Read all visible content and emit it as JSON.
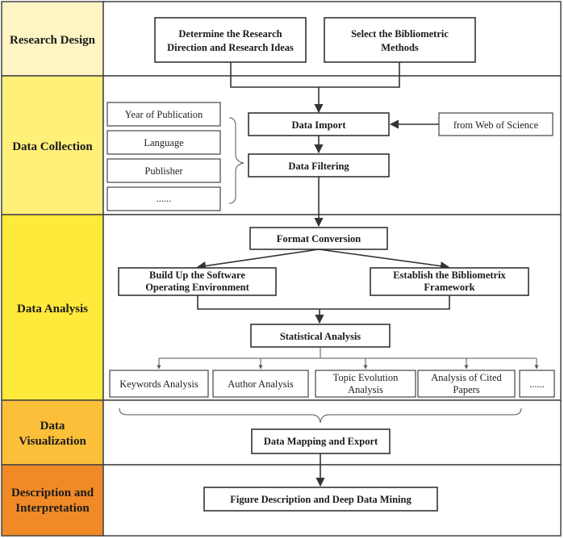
{
  "stages": [
    {
      "label_lines": [
        "Research Design"
      ],
      "color": "#fff5c4"
    },
    {
      "label_lines": [
        "Data Collection"
      ],
      "color": "#fff07a"
    },
    {
      "label_lines": [
        "Data Analysis"
      ],
      "color": "#ffe93a"
    },
    {
      "label_lines": [
        "Data",
        "Visualization"
      ],
      "color": "#fbbf3a"
    },
    {
      "label_lines": [
        "Description and",
        "Interpretation"
      ],
      "color": "#f08a26"
    }
  ],
  "design": {
    "direction": [
      "Determine the Research",
      "Direction and Research Ideas"
    ],
    "methods": [
      "Select the Bibliometric",
      "Methods"
    ]
  },
  "collection": {
    "criteria": [
      "Year of Publication",
      "Language",
      "Publisher",
      "......"
    ],
    "import": "Data Import",
    "source": "from Web of Science",
    "filtering": "Data Filtering"
  },
  "analysis": {
    "conversion": "Format Conversion",
    "software": [
      "Build Up the Software",
      "Operating Environment"
    ],
    "framework": [
      "Establish the Bibliometrix",
      "Framework"
    ],
    "statistical": "Statistical Analysis",
    "types": [
      [
        "Keywords Analysis"
      ],
      [
        "Author Analysis"
      ],
      [
        "Topic Evolution",
        "Analysis"
      ],
      [
        "Analysis of Cited",
        "Papers"
      ],
      [
        "......"
      ]
    ]
  },
  "visualization": {
    "mapping": "Data Mapping and Export"
  },
  "interpretation": {
    "figure": "Figure Description and Deep Data Mining"
  }
}
